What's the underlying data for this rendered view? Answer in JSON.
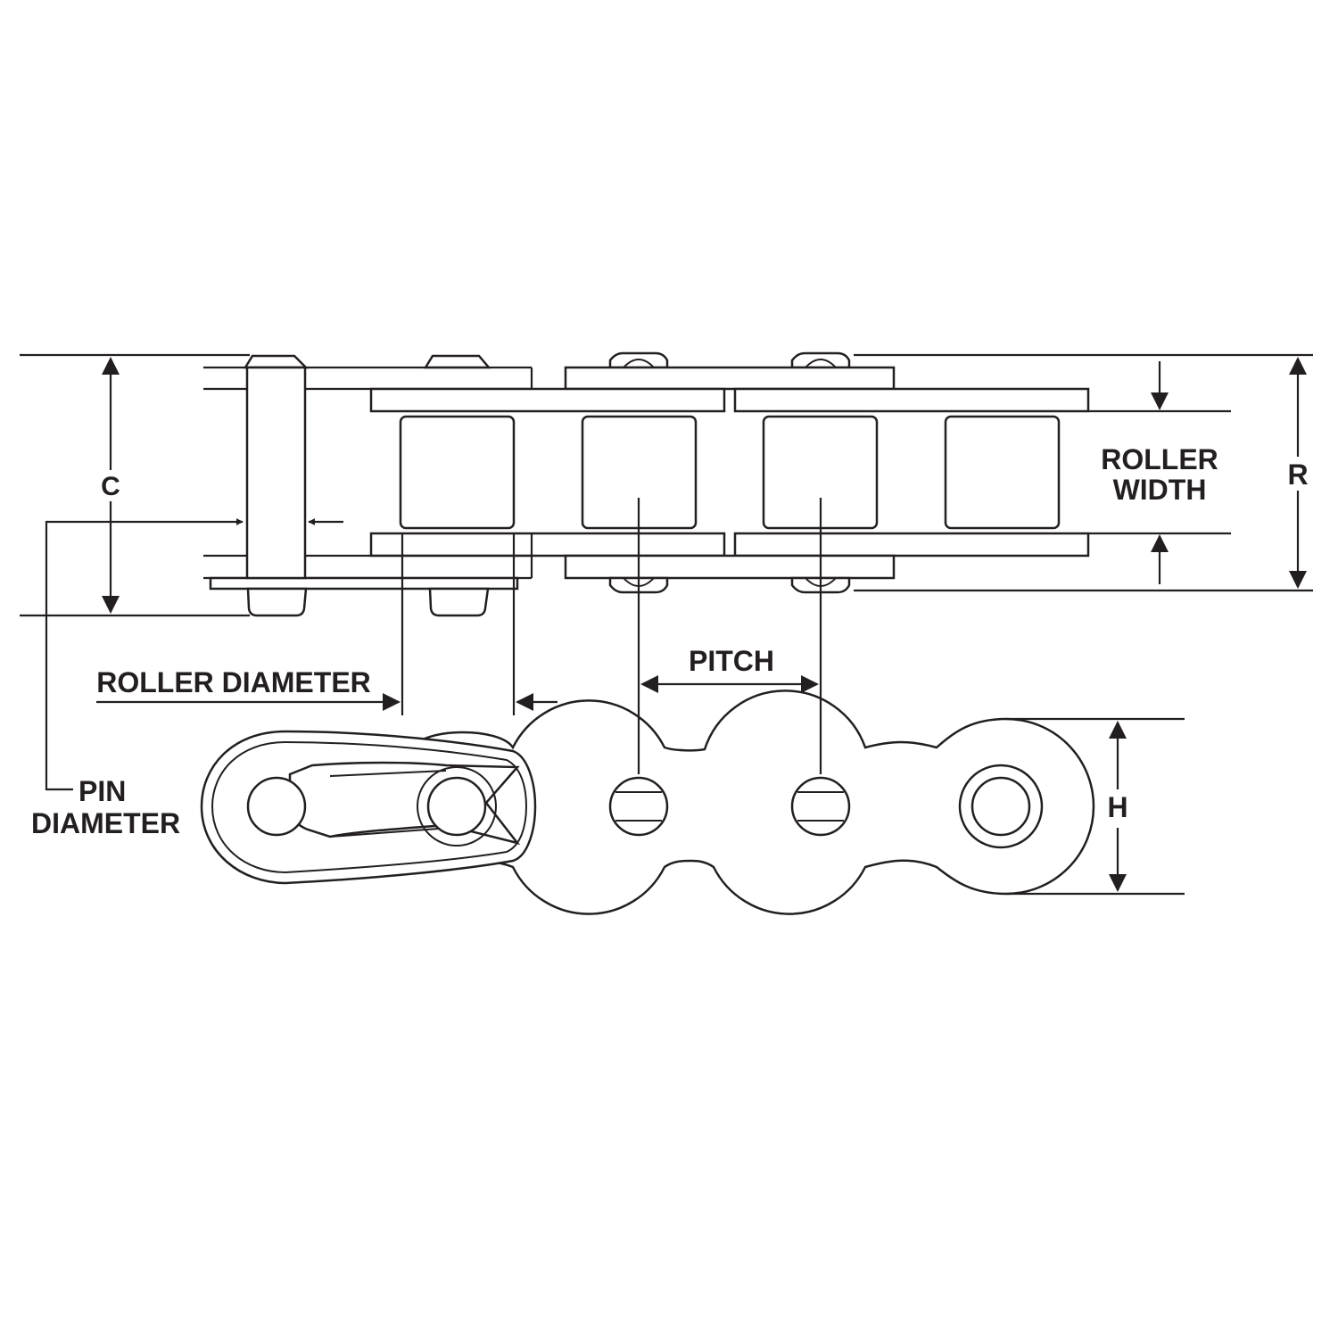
{
  "labels": {
    "c": "C",
    "roller_width_line1": "ROLLER",
    "roller_width_line2": "WIDTH",
    "r": "R",
    "pitch": "PITCH",
    "roller_diameter": "ROLLER DIAMETER",
    "pin_line1": "PIN",
    "pin_line2": "DIAMETER",
    "h": "H"
  },
  "colors": {
    "line": "#231f20",
    "background": "#ffffff"
  }
}
